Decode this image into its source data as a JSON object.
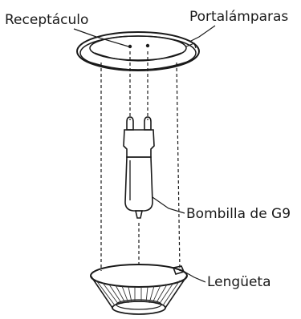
{
  "labels": {
    "receptacle": "Receptáculo",
    "holder": "Portalámparas",
    "bulb": "Bombilla de G9",
    "tab": "Lengüeta"
  }
}
